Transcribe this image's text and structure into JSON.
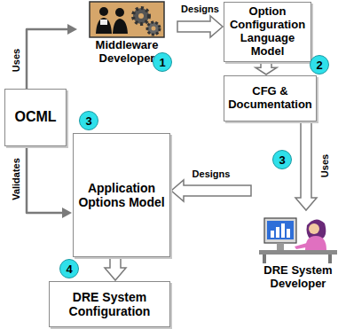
{
  "diagram": {
    "nodes": [
      {
        "text": [
          "OCML"
        ]
      },
      {
        "text": [
          "Middleware Developer"
        ]
      },
      {
        "text": [
          "Option Configuration Language Model"
        ]
      },
      {
        "text": [
          "CFG & Documentation"
        ]
      },
      {
        "text": [
          "Application Options Model"
        ]
      },
      {
        "text": [
          "DRE System Developer"
        ]
      },
      {
        "text": [
          "DRE System Configuration"
        ]
      }
    ],
    "edges": [
      {
        "from": 0,
        "to": 1,
        "label": "Uses",
        "arrow": "to"
      },
      {
        "from": 1,
        "to": 2,
        "label": "Designs",
        "arrow": "to"
      },
      {
        "from": 2,
        "to": 3,
        "arrow": "to"
      },
      {
        "from": 3,
        "to": 5,
        "label": "Uses",
        "arrow": "to"
      },
      {
        "from": 0,
        "to": 4,
        "label": "Validates",
        "arrow": "to"
      },
      {
        "from": 5,
        "to": 4,
        "label": "Designs",
        "arrow": "to"
      },
      {
        "from": 4,
        "to": 6,
        "arrow": "to"
      }
    ],
    "labels": [
      "1",
      "2",
      "3",
      "3",
      "4"
    ]
  }
}
